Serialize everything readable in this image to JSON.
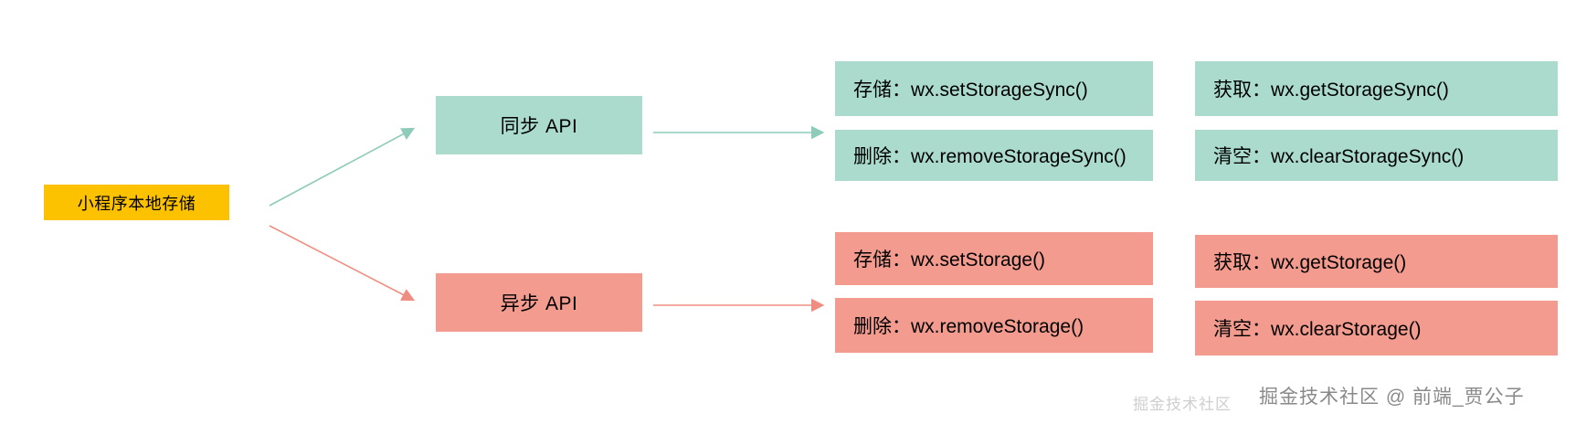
{
  "diagram": {
    "title": "小程序本地存储",
    "root": {
      "label": "小程序本地存储",
      "color": "#fcc200"
    },
    "branches": [
      {
        "id": "sync",
        "label": "同步 API",
        "color": "#aadbcd",
        "arrow_color": "#8ecbb8",
        "leaves": [
          {
            "label": "存储：wx.setStorageSync()"
          },
          {
            "label": "获取：wx.getStorageSync()"
          },
          {
            "label": "删除：wx.removeStorageSync()"
          },
          {
            "label": "清空：wx.clearStorageSync()"
          }
        ]
      },
      {
        "id": "async",
        "label": "异步 API",
        "color": "#f29b8e",
        "arrow_color": "#ef8e80",
        "leaves": [
          {
            "label": "存储：wx.setStorage()"
          },
          {
            "label": "获取：wx.getStorage()"
          },
          {
            "label": "删除：wx.removeStorage()"
          },
          {
            "label": "清空：wx.clearStorage()"
          }
        ]
      }
    ]
  },
  "watermarks": {
    "juejin": "掘金技术社区 @ 前端_贾公子",
    "csdn": "掘金技术社区"
  }
}
